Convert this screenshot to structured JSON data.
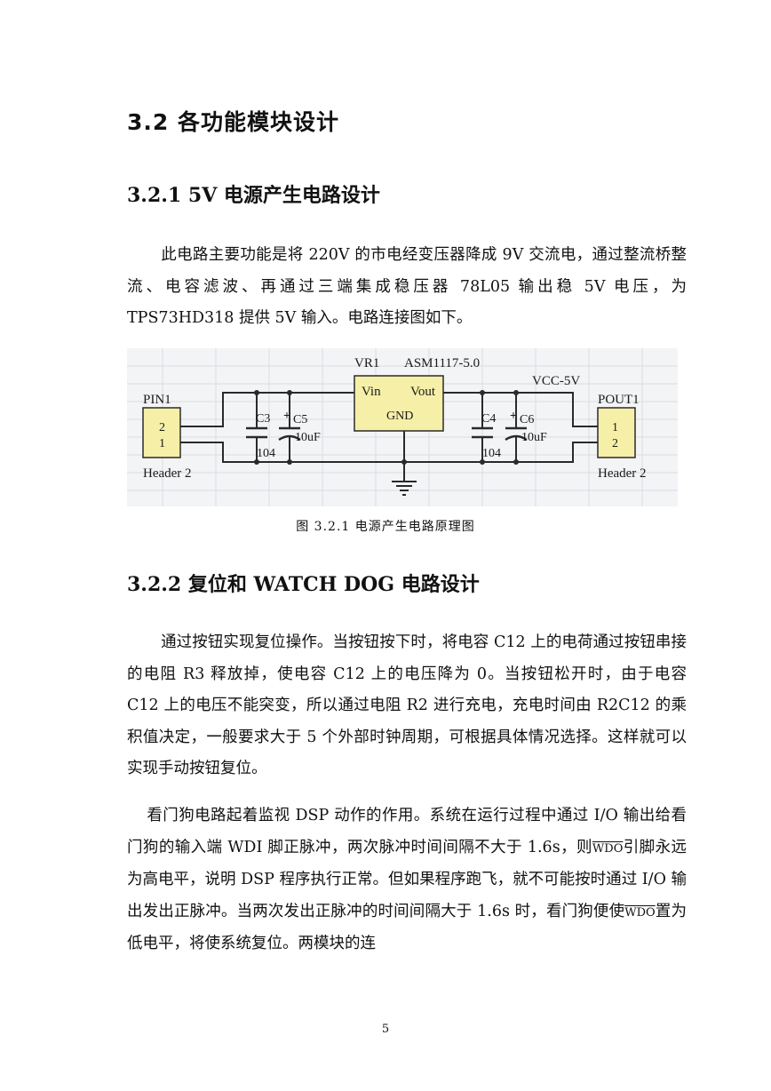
{
  "section": {
    "title": "3.2 各功能模块设计"
  },
  "subsection1": {
    "title": "3.2.1 5V 电源产生电路设计",
    "paragraph": "此电路主要功能是将 220V 的市电经变压器降成 9V 交流电，通过整流桥整流、电容滤波、再通过三端集成稳压器 78L05 输出稳 5V 电压，为 TPS73HD318 提供 5V 输入。电路连接图如下。"
  },
  "figure": {
    "caption": "图 3.2.1 电源产生电路原理图",
    "labels": {
      "vr1": "VR1",
      "regulator": "ASM1117-5.0",
      "vin": "Vin",
      "vout": "Vout",
      "gnd": "GND",
      "vcc": "VCC-5V",
      "pin1": "PIN1",
      "pout1": "POUT1",
      "header_left": "Header 2",
      "header_right": "Header 2",
      "left_pin_top": "2",
      "left_pin_bottom": "1",
      "right_pin_top": "1",
      "right_pin_bottom": "2",
      "c3": "C3",
      "c3_value": "104",
      "c5": "C5",
      "c5_value": "10uF",
      "c4": "C4",
      "c4_value": "104",
      "c6": "C6",
      "c6_value": "10uF",
      "plus": "+"
    }
  },
  "subsection2": {
    "title": "3.2.2 复位和 WATCH DOG 电路设计",
    "paragraph1": "通过按钮实现复位操作。当按钮按下时，将电容 C12 上的电荷通过按钮串接的电阻 R3 释放掉，使电容 C12 上的电压降为 0。当按钮松开时，由于电容 C12 上的电压不能突变，所以通过电阻 R2 进行充电，充电时间由 R2C12 的乘积值决定，一般要求大于 5 个外部时钟周期，可根据具体情况选择。这样就可以实现手动按钮复位。",
    "p2_part1": "看门狗电路起着监视 DSP 动作的作用。系统在运行过程中通过 I/O 输出给看门狗的输入端 WDI 脚正脉冲，两次脉冲时间间隔不大于 1.6s，则",
    "wdo_symbol": "WDO",
    "p2_part2": "引脚永远为高电平，说明 DSP 程序执行正常。但如果程序跑飞，就不可能按时通过 I/O 输出发出正脉冲。当两次发出正脉冲的时间间隔大于 1.6s 时，看门狗便使",
    "p2_part3": "置为低电平，将使系统复位。两模块的连"
  },
  "page_number": "5"
}
